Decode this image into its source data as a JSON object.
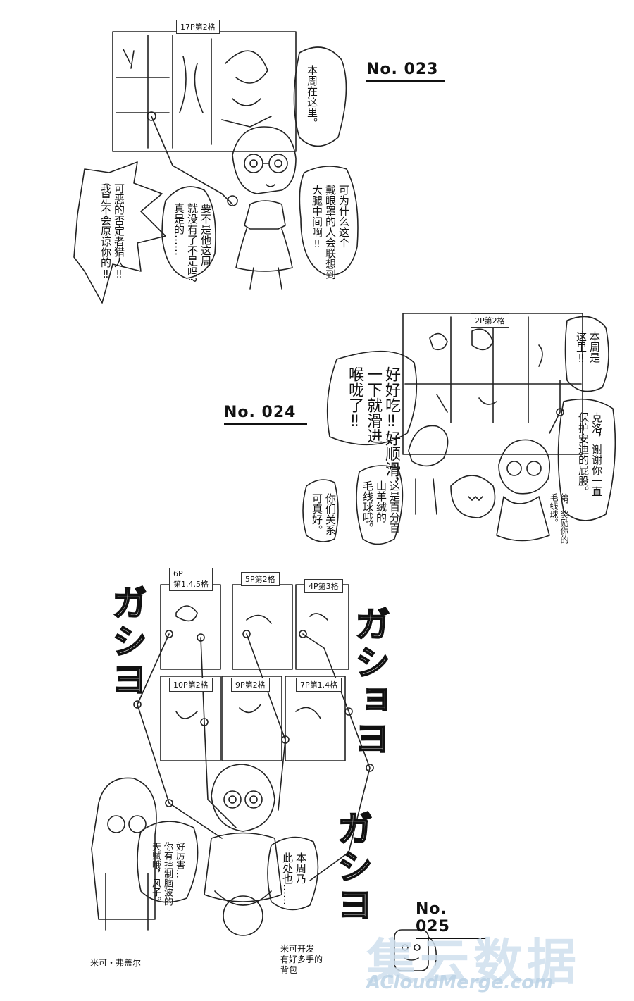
{
  "section_023": {
    "heading": "No. 023",
    "panel_label": "17P第2格",
    "bubble_this_week": "本周在这里。",
    "bubble_why": "可为什么这个\n戴眼罩的人会联想到\n大腿中间啊‼",
    "bubble_if_not": "要不是他这周\n就没有了不是吗?\n真是的……",
    "bubble_hunter": "可恶的否定者猎人‼\n我是不会原谅你的‼"
  },
  "section_024": {
    "heading": "No. 024",
    "panel_label": "2P第2格",
    "bubble_this_week": "本周是\n这里‼",
    "bubble_thanks": "克洛，谢谢你一直\n保护安迪的屁股。",
    "bubble_reward": "给，奖励你的\n毛线球。",
    "bubble_wool": "这是百分百\n山羊绒的\n毛线球哦。",
    "bubble_relationship": "你们关系\n可真好。",
    "bubble_delicious": "好好吃‼好顺滑，\n一下就滑进\n喉咙了‼"
  },
  "section_025": {
    "heading": "No. 025",
    "panel_labels": [
      "6P\n第1.4.5格",
      "5P第2格",
      "4P第3格",
      "10P第2格",
      "9P第2格",
      "7P第1.4格"
    ],
    "sfx_left": "ガシヨ",
    "sfx_right_top": "ガショヨ",
    "sfx_right_bottom": "ガシヨ",
    "bubble_this_week": "本周乃\n此处也……",
    "bubble_amazing": "好厉害…\n你有控制脑波的\n天赋哦，风子。",
    "caption_name": "米可・弗盖尔",
    "caption_backpack": "米可开发\n有好多手的\n背包"
  },
  "watermark": {
    "chinese": "集云数据",
    "english": "ACloudMerge.com"
  }
}
